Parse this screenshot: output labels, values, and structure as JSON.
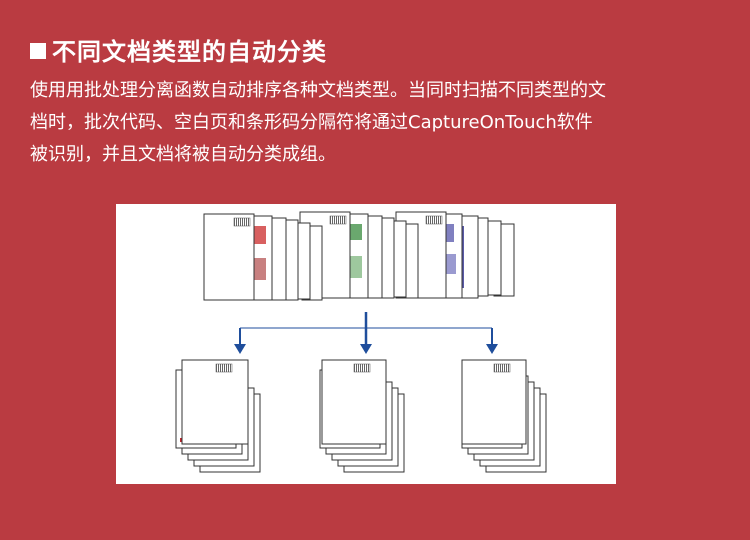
{
  "header": {
    "title": "不同文档类型的自动分类"
  },
  "body": {
    "lines": [
      "使用用批处理分离函数自动排序各种文档类型。当同时扫描不同类型的文",
      "档时，批次代码、空白页和条形码分隔符将通过CaptureOnTouch软件",
      "被识别，并且文档将被自动分类成组。"
    ]
  },
  "figure": {
    "colors": {
      "group1": "#c0272d",
      "group2": "#1d7a3a",
      "group3": "#5a5aa8",
      "arrow": "#1f4e9c",
      "background": "#b83a3f"
    }
  }
}
